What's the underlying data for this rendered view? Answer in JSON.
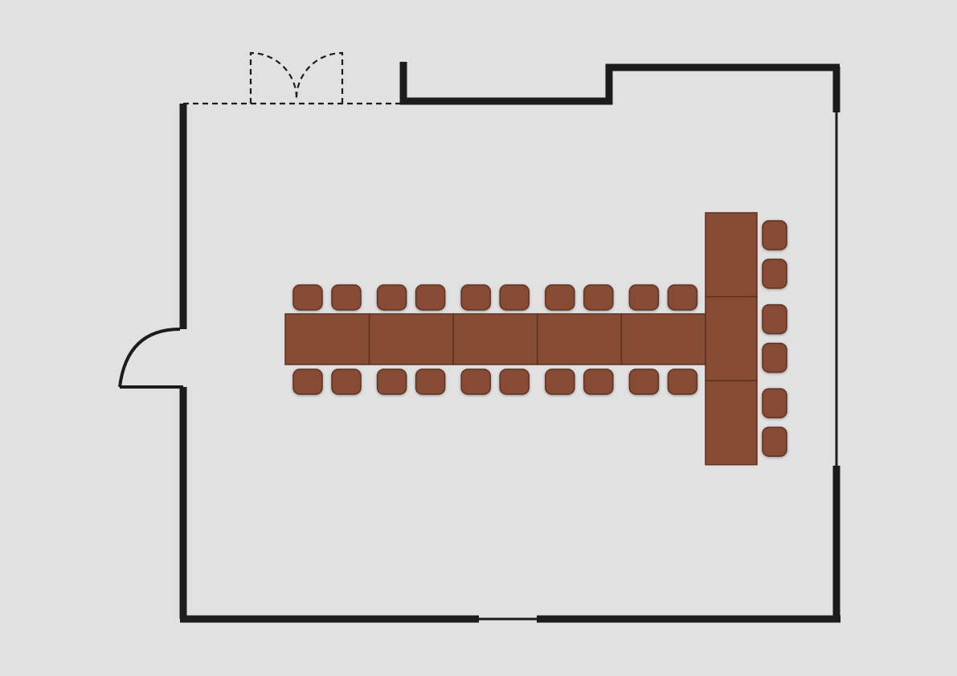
{
  "colors": {
    "background": "#e1e1e1",
    "wall": "#1c1c1c",
    "table_fill": "#874c34",
    "table_stroke": "#5e3122",
    "chair_fill": "#874c34",
    "chair_stroke": "#5e3122"
  },
  "layout": {
    "arrangement": "T-shape",
    "main_table_segments": 5,
    "head_table_segments": 3,
    "chairs_top_side": 10,
    "chairs_bottom_side": 10,
    "chairs_head_side": 6
  },
  "openings": {
    "top_double_door": "dashed",
    "left_single_door": "solid",
    "right_wall_window": "thin",
    "bottom_wall_window": "thin"
  }
}
